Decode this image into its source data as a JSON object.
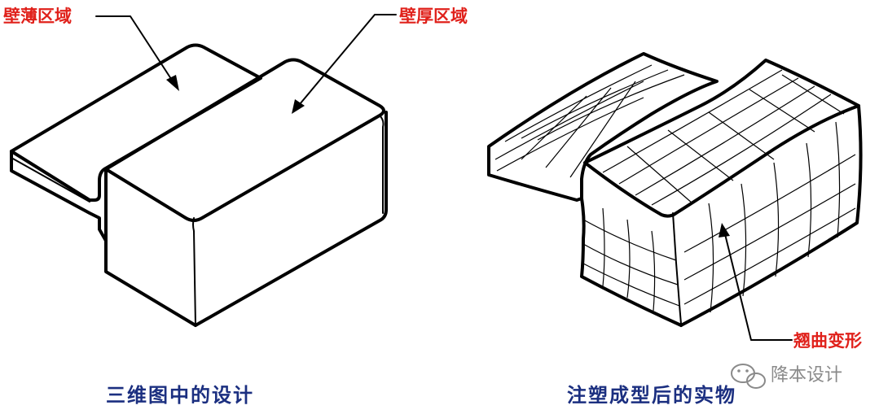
{
  "labels": {
    "thin_wall": "壁薄区域",
    "thick_wall": "壁厚区域",
    "warp": "翘曲变形"
  },
  "captions": {
    "left": "三维图中的设计",
    "right": "注塑成型后的实物"
  },
  "watermark": {
    "icon": "wechat-icon",
    "text": "降本设计"
  },
  "colors": {
    "label_red": "#e0211b",
    "caption_blue": "#1b2f80",
    "watermark_gray": "#8a8a8a"
  }
}
